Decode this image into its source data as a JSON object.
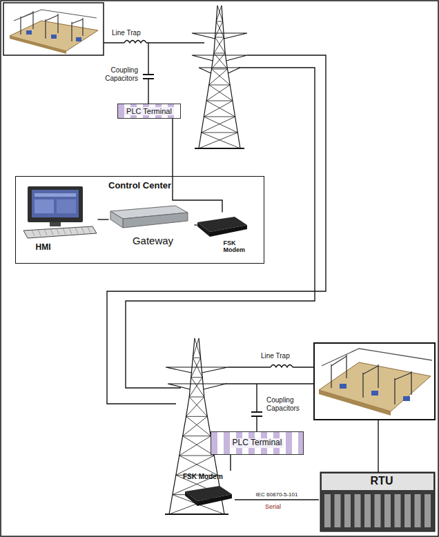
{
  "diagram": {
    "nodes": [
      {
        "text": [
          "PLC Terminal"
        ]
      },
      {
        "text": [
          "Control Center"
        ]
      },
      {
        "text": [
          "HMI"
        ],
        "in": 1
      },
      {
        "text": [
          "Gateway"
        ],
        "in": 1
      },
      {
        "text": [
          "FSK Modem"
        ],
        "in": 1
      },
      {
        "text": [
          "PLC Terminal"
        ]
      },
      {
        "text": [
          "FSK Modem"
        ]
      },
      {
        "text": [
          "RTU"
        ]
      }
    ],
    "edges": [
      {
        "from": 0,
        "to": 4,
        "arrow": "none"
      },
      {
        "from": 2,
        "to": 3,
        "arrow": "none"
      },
      {
        "from": 3,
        "to": 4,
        "arrow": "none"
      },
      {
        "from": 5,
        "to": 6,
        "arrow": "none"
      },
      {
        "from": 6,
        "to": 7,
        "label": "IEC 60870-5-101",
        "arrow": "none"
      }
    ],
    "labels": [
      "Line Trap",
      "Coupling Capacitors",
      "Line Trap",
      "Coupling Capacitors",
      "Serial"
    ]
  }
}
